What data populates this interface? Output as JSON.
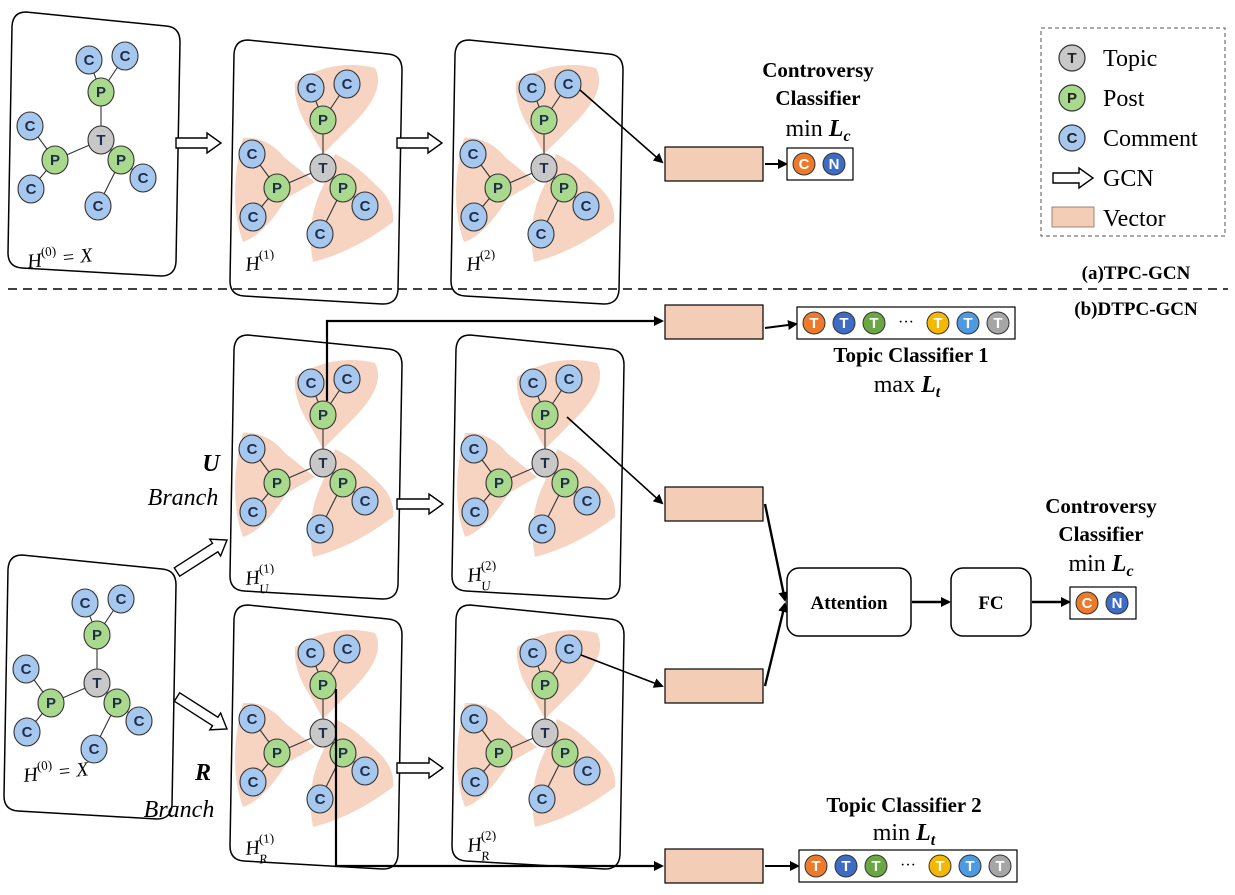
{
  "colors": {
    "topic": "#c8c8c8",
    "post": "#a9d98c",
    "comment": "#a7c8ee",
    "vector": "#f4cdb6",
    "topic_orange": "#ec7a2a",
    "topic_blue": "#3e6bc4",
    "topic_green": "#6aa742",
    "topic_yellow": "#f5b800",
    "topic_lightblue": "#4d9ae3",
    "topic_gray": "#a6a6a6"
  },
  "legend": {
    "topic_letter": "T",
    "topic_label": "Topic",
    "post_letter": "P",
    "post_label": "Post",
    "comment_letter": "C",
    "comment_label": "Comment",
    "gcn_label": "GCN",
    "vector_label": "Vector"
  },
  "node_letters": {
    "topic": "T",
    "post": "P",
    "comment": "C",
    "controversy": "C",
    "non_controversy": "N"
  },
  "section_a": {
    "caption": "(a)TPC-GCN",
    "h0": "H",
    "h0_sup": "(0)",
    "h0_suffix": " = X",
    "h1": "H",
    "h1_sup": "(1)",
    "h2": "H",
    "h2_sup": "(2)",
    "classifier_title_1": "Controversy",
    "classifier_title_2": "Classifier",
    "classifier_loss_prefix": "min ",
    "classifier_loss_var": "L",
    "classifier_loss_sub": "c"
  },
  "section_b": {
    "caption": "(b)DTPC-GCN",
    "u_branch_letter": "U",
    "u_branch_word": "Branch",
    "r_branch_letter": "R",
    "r_branch_word": "Branch",
    "h0": "H",
    "h0_sup": "(0)",
    "h0_suffix": " = X",
    "hu1": "H",
    "hu1_sup": "(1)",
    "hu1_sub": "U",
    "hu2": "H",
    "hu2_sup": "(2)",
    "hu2_sub": "U",
    "hr1": "H",
    "hr1_sup": "(1)",
    "hr1_sub": "R",
    "hr2": "H",
    "hr2_sup": "(2)",
    "hr2_sub": "R",
    "topic1_title": "Topic Classifier 1",
    "topic1_loss_prefix": "max ",
    "topic1_loss_var": "L",
    "topic1_loss_sub": "t",
    "topic2_title": "Topic Classifier 2",
    "topic2_loss_prefix": "min ",
    "topic2_loss_var": "L",
    "topic2_loss_sub": "t",
    "attention_label": "Attention",
    "fc_label": "FC",
    "controversy_title_1": "Controversy",
    "controversy_title_2": "Classifier",
    "controversy_loss_prefix": "min ",
    "controversy_loss_var": "L",
    "controversy_loss_sub": "c",
    "ellipsis": "···"
  }
}
